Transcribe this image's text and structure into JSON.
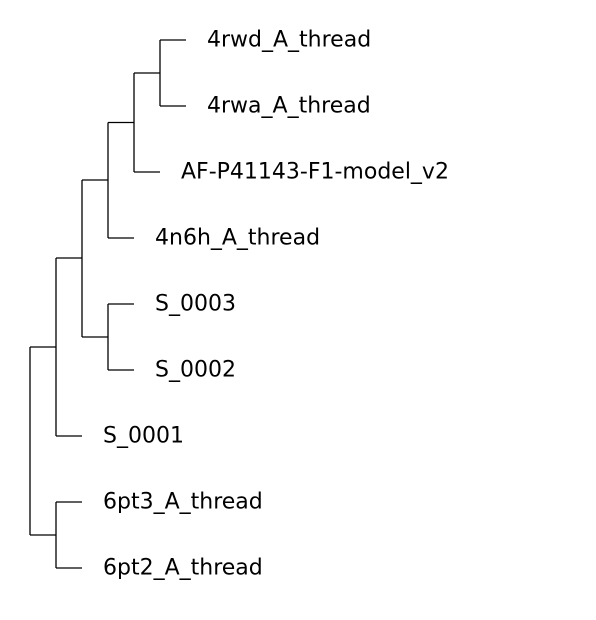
{
  "tree": {
    "type": "phylogenetic-tree",
    "leaves": [
      {
        "id": "l1",
        "label": "4rwd_A_thread"
      },
      {
        "id": "l2",
        "label": "4rwa_A_thread"
      },
      {
        "id": "l3",
        "label": "AF-P41143-F1-model_v2"
      },
      {
        "id": "l4",
        "label": "4n6h_A_thread"
      },
      {
        "id": "l5",
        "label": "S_0003"
      },
      {
        "id": "l6",
        "label": "S_0002"
      },
      {
        "id": "l7",
        "label": "S_0001"
      },
      {
        "id": "l8",
        "label": "6pt3_A_thread"
      },
      {
        "id": "l9",
        "label": "6pt2_A_thread"
      }
    ],
    "topology": "((((((4rwd_A_thread,4rwa_A_thread),AF-P41143-F1-model_v2),4n6h_A_thread),(S_0003,S_0002)),S_0001),(6pt3_A_thread,6pt2_A_thread));"
  }
}
